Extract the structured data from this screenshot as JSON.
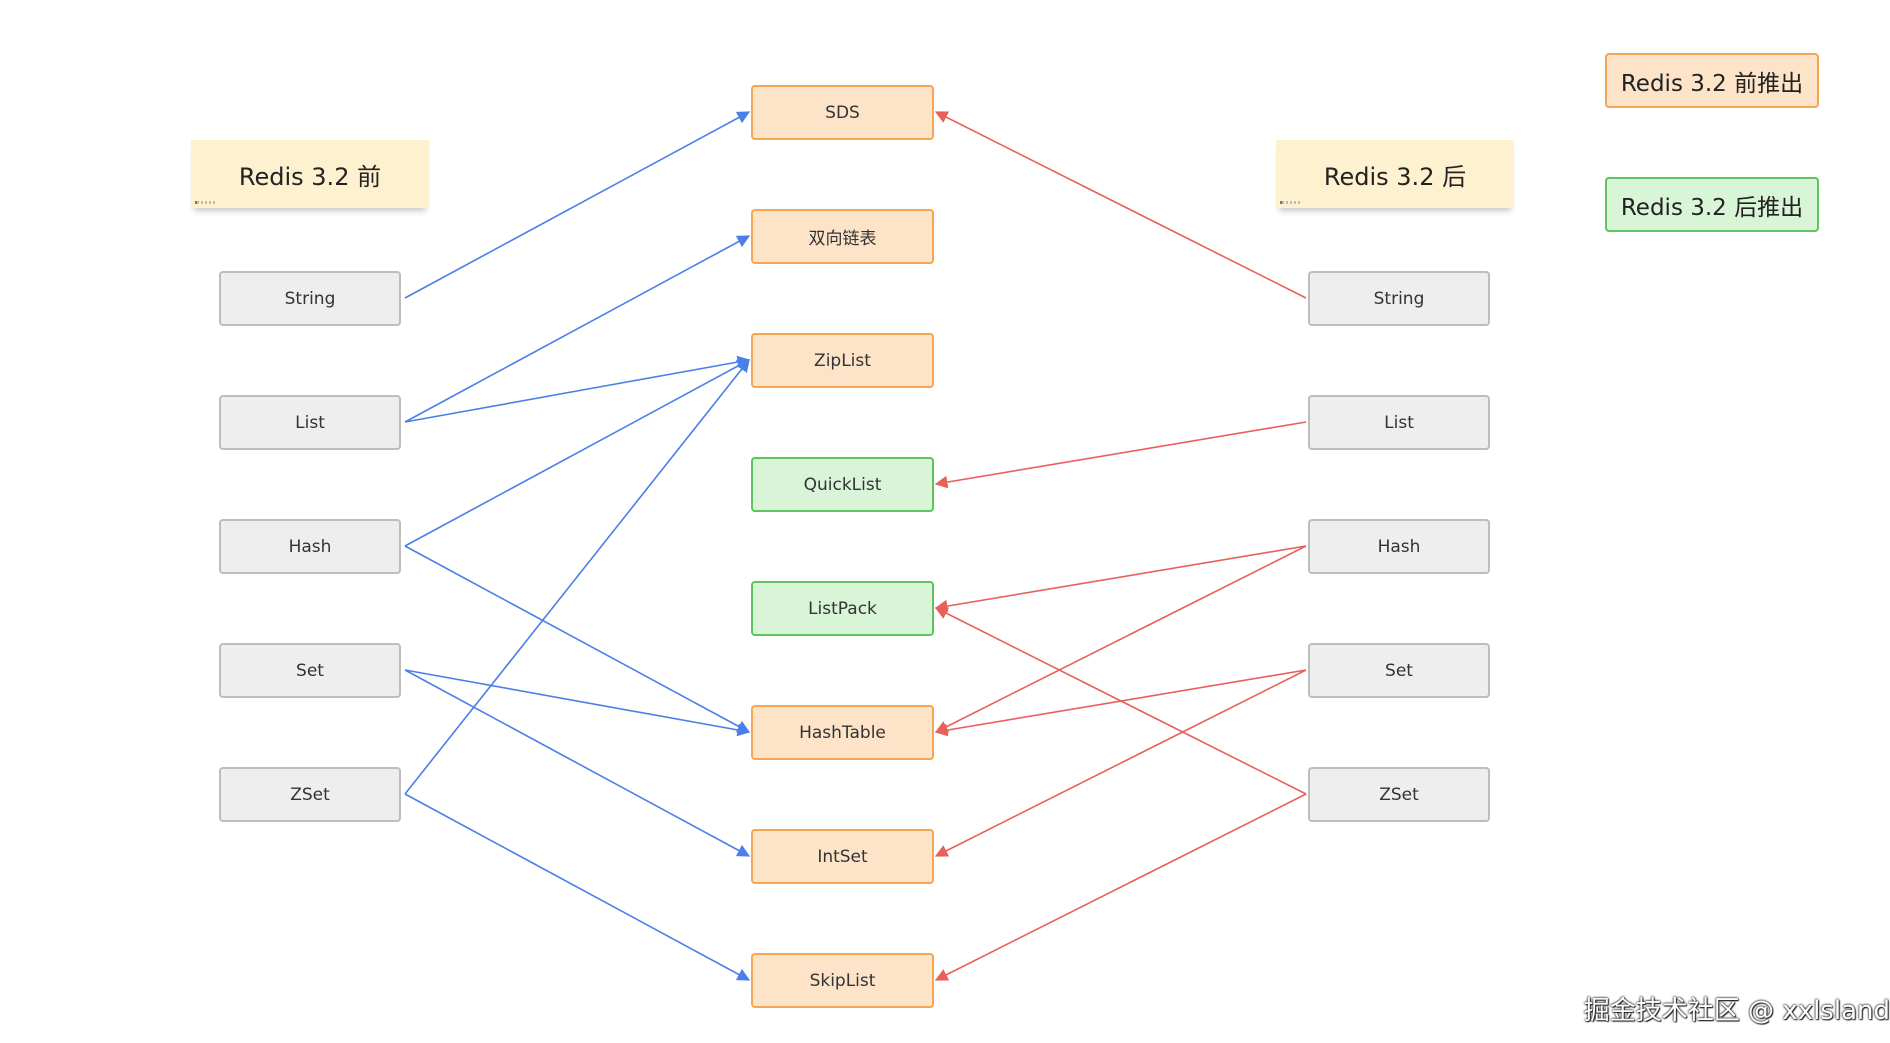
{
  "headers": {
    "before": "Redis 3.2 前",
    "after": "Redis 3.2 后"
  },
  "legend": {
    "before_label": "Redis 3.2 前推出",
    "after_label": "Redis 3.2 后推出",
    "before_color": "#fde4c9",
    "before_border": "#f5a654",
    "after_color": "#d8f5d8",
    "after_border": "#5fc45f"
  },
  "types_left": [
    "String",
    "List",
    "Hash",
    "Set",
    "ZSet"
  ],
  "types_right": [
    "String",
    "List",
    "Hash",
    "Set",
    "ZSet"
  ],
  "encodings": [
    {
      "label": "SDS",
      "era": "before"
    },
    {
      "label": "双向链表",
      "era": "before"
    },
    {
      "label": "ZipList",
      "era": "before"
    },
    {
      "label": "QuickList",
      "era": "after"
    },
    {
      "label": "ListPack",
      "era": "after"
    },
    {
      "label": "HashTable",
      "era": "before"
    },
    {
      "label": "IntSet",
      "era": "before"
    },
    {
      "label": "SkipList",
      "era": "before"
    }
  ],
  "edges_before": [
    [
      "String",
      "SDS"
    ],
    [
      "List",
      "双向链表"
    ],
    [
      "List",
      "ZipList"
    ],
    [
      "Hash",
      "ZipList"
    ],
    [
      "Hash",
      "HashTable"
    ],
    [
      "Set",
      "HashTable"
    ],
    [
      "Set",
      "IntSet"
    ],
    [
      "ZSet",
      "ZipList"
    ],
    [
      "ZSet",
      "SkipList"
    ]
  ],
  "edges_after": [
    [
      "String",
      "SDS"
    ],
    [
      "List",
      "QuickList"
    ],
    [
      "Hash",
      "ListPack"
    ],
    [
      "Hash",
      "HashTable"
    ],
    [
      "Set",
      "HashTable"
    ],
    [
      "Set",
      "IntSet"
    ],
    [
      "ZSet",
      "ListPack"
    ],
    [
      "ZSet",
      "SkipList"
    ]
  ],
  "colors": {
    "before_edge": "#4a7fe8",
    "after_edge": "#e8605a",
    "type_fill": "#eeeeef",
    "type_border": "#bdbdbd",
    "sticky_fill": "#fdf1d0"
  },
  "watermark": "掘金技术社区 @ xxlsland"
}
